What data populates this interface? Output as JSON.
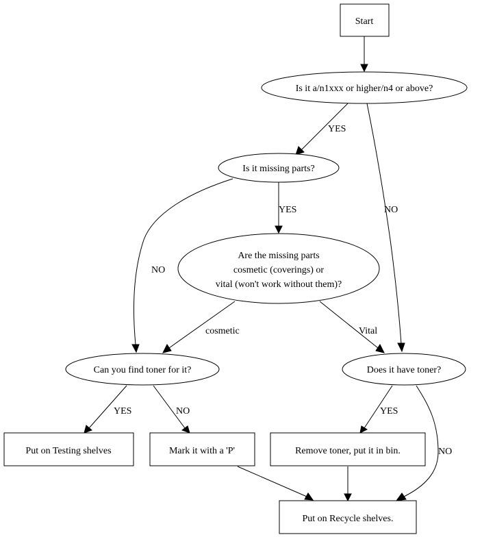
{
  "nodes": {
    "start": {
      "label": [
        "Start"
      ],
      "shape": "box"
    },
    "q_model": {
      "label": [
        "Is it a/n1xxx or higher/n4 or above?"
      ],
      "shape": "ellipse"
    },
    "q_missing": {
      "label": [
        "Is it missing parts?"
      ],
      "shape": "ellipse"
    },
    "q_parts_type": {
      "label": [
        "Are the missing parts",
        "cosmetic (coverings) or",
        "vital (won't work without them)?"
      ],
      "shape": "ellipse"
    },
    "q_find_toner": {
      "label": [
        "Can you find toner for it?"
      ],
      "shape": "ellipse"
    },
    "q_has_toner": {
      "label": [
        "Does it have toner?"
      ],
      "shape": "ellipse"
    },
    "testing": {
      "label": [
        "Put on Testing shelves"
      ],
      "shape": "box"
    },
    "mark_p": {
      "label": [
        "Mark it with a 'P'"
      ],
      "shape": "box"
    },
    "remove_toner": {
      "label": [
        "Remove toner, put it in bin."
      ],
      "shape": "box"
    },
    "recycle": {
      "label": [
        "Put on Recycle shelves."
      ],
      "shape": "box"
    }
  },
  "edges": [
    {
      "from": "start",
      "to": "q_model",
      "label": ""
    },
    {
      "from": "q_model",
      "to": "q_missing",
      "label": "YES"
    },
    {
      "from": "q_model",
      "to": "q_has_toner",
      "label": "NO"
    },
    {
      "from": "q_missing",
      "to": "q_parts_type",
      "label": "YES"
    },
    {
      "from": "q_missing",
      "to": "q_find_toner",
      "label": "NO"
    },
    {
      "from": "q_parts_type",
      "to": "q_find_toner",
      "label": "cosmetic"
    },
    {
      "from": "q_parts_type",
      "to": "q_has_toner",
      "label": "Vital"
    },
    {
      "from": "q_find_toner",
      "to": "testing",
      "label": "YES"
    },
    {
      "from": "q_find_toner",
      "to": "mark_p",
      "label": "NO"
    },
    {
      "from": "q_has_toner",
      "to": "remove_toner",
      "label": "YES"
    },
    {
      "from": "q_has_toner",
      "to": "recycle",
      "label": "NO"
    },
    {
      "from": "mark_p",
      "to": "recycle",
      "label": ""
    },
    {
      "from": "remove_toner",
      "to": "recycle",
      "label": ""
    }
  ],
  "colors": {
    "stroke": "#000000",
    "fill": "#ffffff",
    "text": "#000000"
  }
}
